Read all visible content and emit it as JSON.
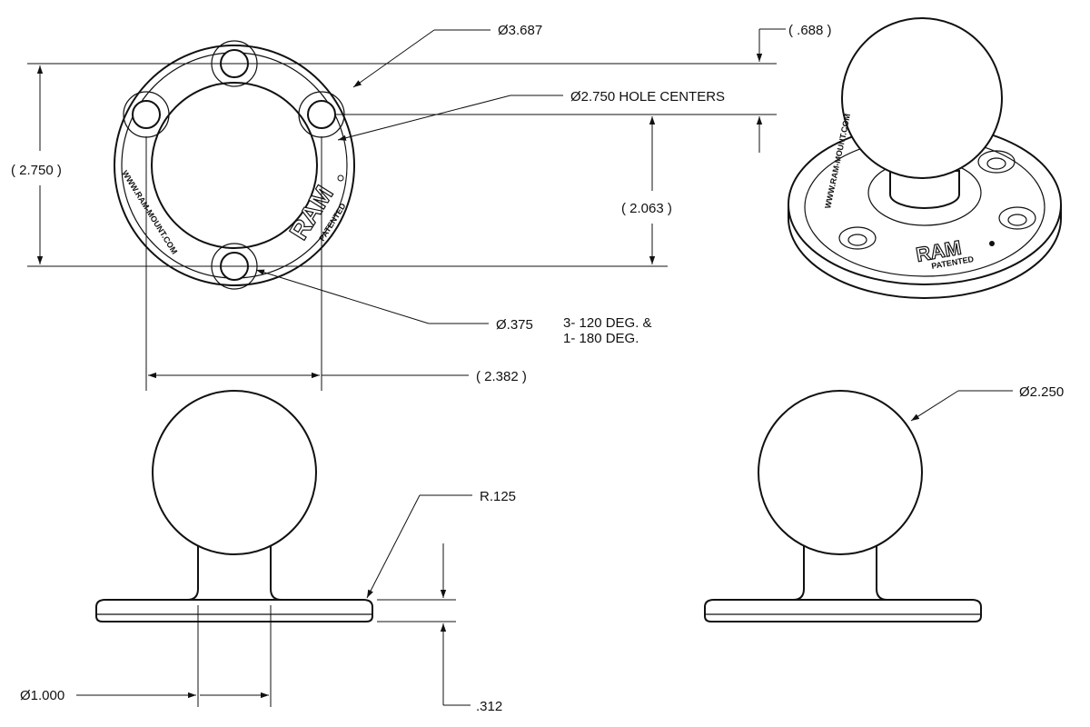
{
  "dimensions": {
    "overall_diameter": "Ø3.687",
    "hole_centers": "Ø2.750 HOLE CENTERS",
    "height_2750": "( 2.750 )",
    "height_2063": "( 2.063 )",
    "ball_offset_688": "( .688 )",
    "hole_diameter": "Ø.375",
    "hole_pattern_line1": "3- 120 DEG. &",
    "hole_pattern_line2": "1- 180 DEG.",
    "width_2382": "( 2.382 )",
    "radius": "R.125",
    "neck_diameter": "Ø1.000",
    "base_thickness": ".312",
    "ball_diameter": "Ø2.250"
  },
  "markings": {
    "brand": "RAM",
    "patented": "PATENTED",
    "url": "WWW.RAM-MOUNT.COM"
  }
}
